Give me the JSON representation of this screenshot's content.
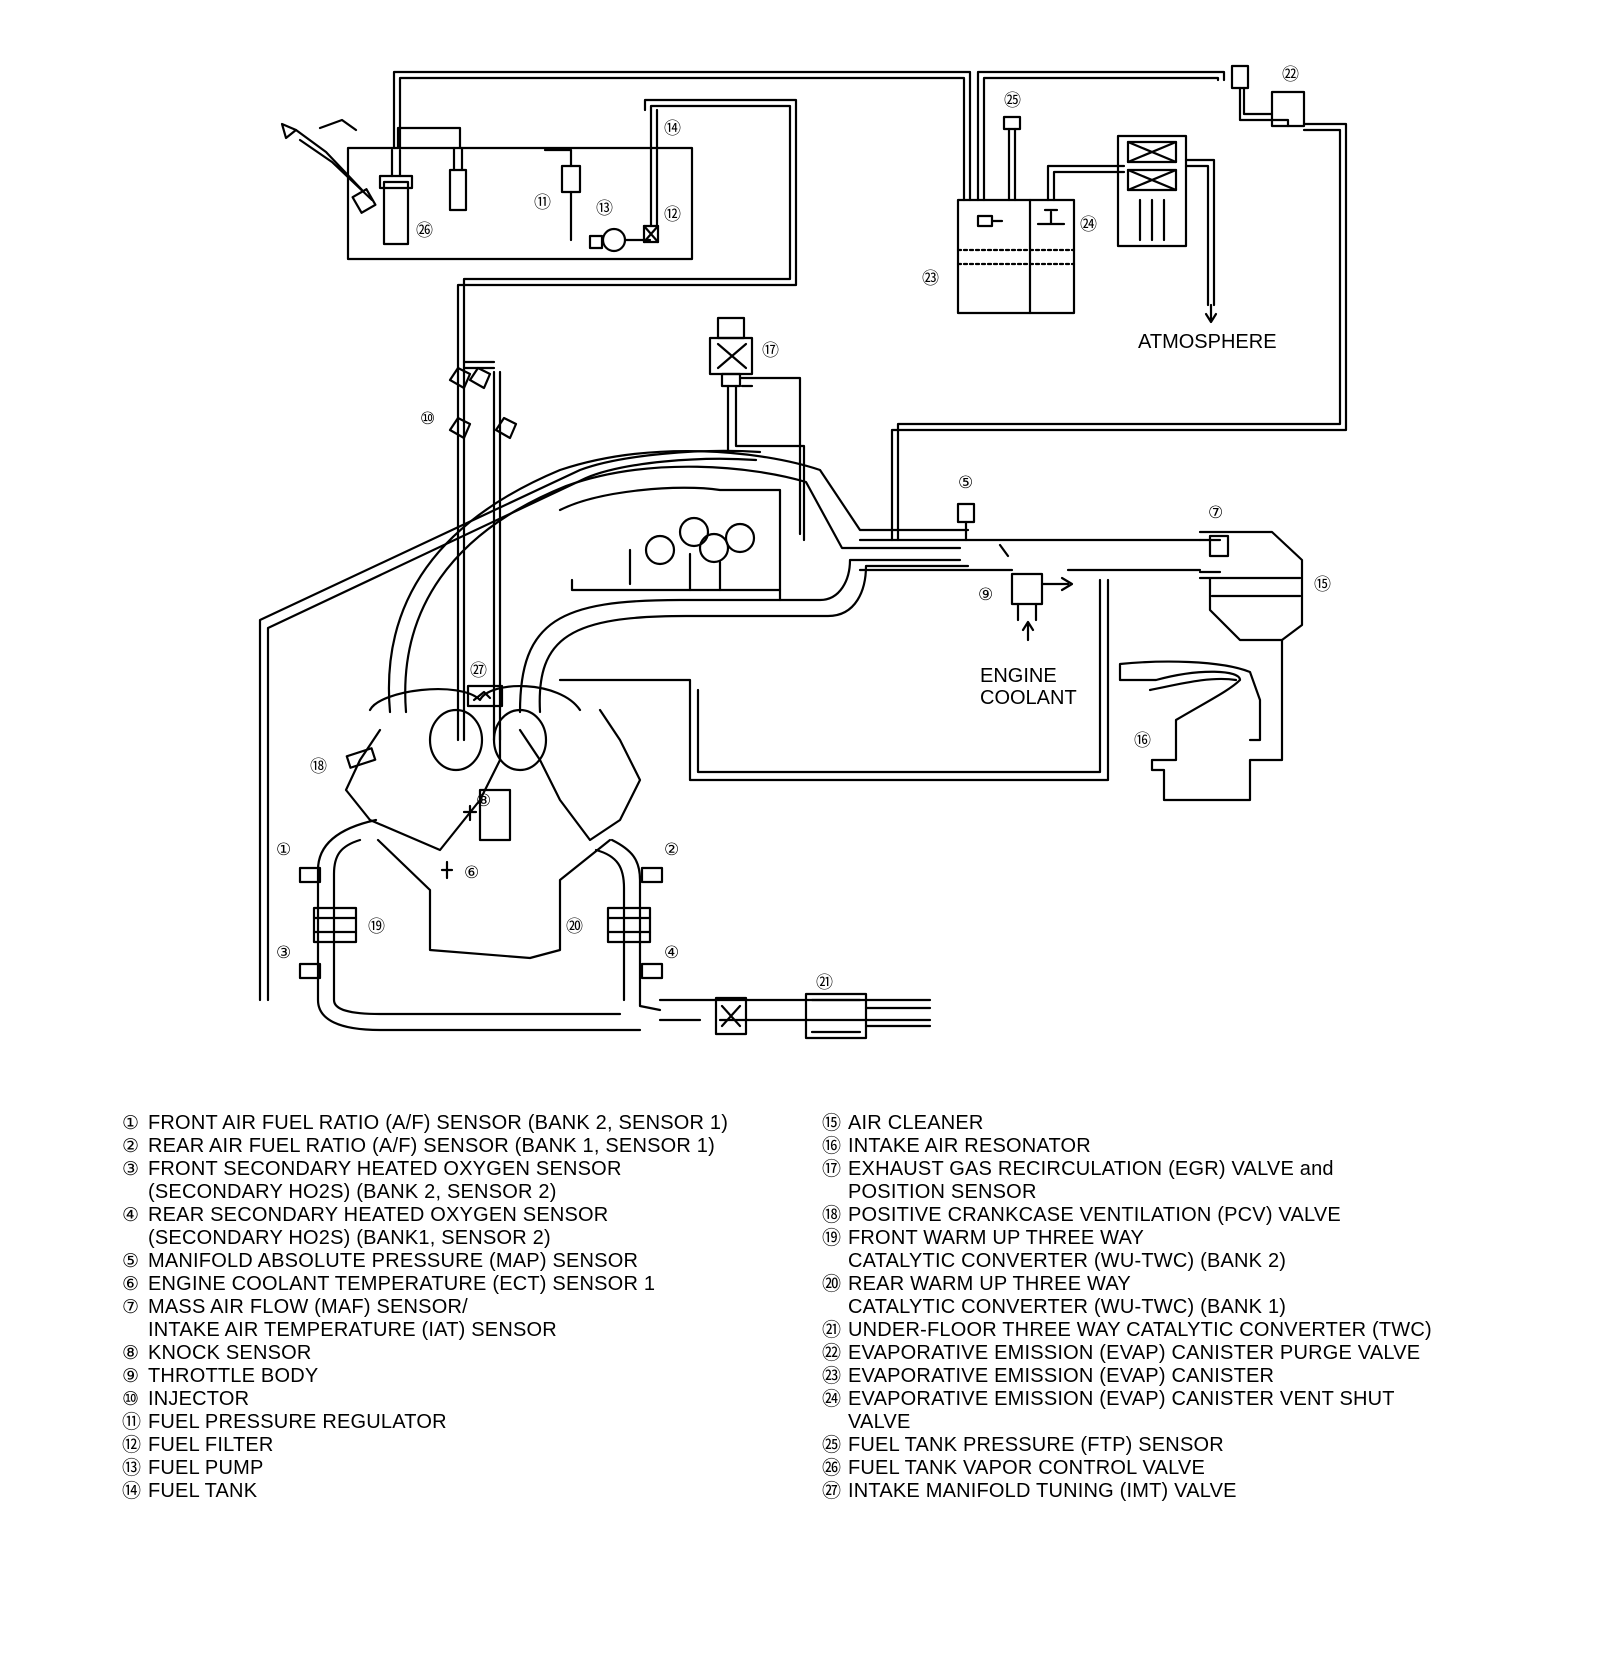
{
  "labels": {
    "atmosphere": "ATMOSPHERE",
    "engine_coolant_line1": "ENGINE",
    "engine_coolant_line2": "COOLANT"
  },
  "callouts": {
    "c1": "①",
    "c2": "②",
    "c3": "③",
    "c4": "④",
    "c5": "⑤",
    "c6": "⑥",
    "c7": "⑦",
    "c8": "⑧",
    "c9": "⑨",
    "c10": "⑩",
    "c11": "⑪",
    "c12": "⑫",
    "c13": "⑬",
    "c14": "⑭",
    "c15": "⑮",
    "c16": "⑯",
    "c17": "⑰",
    "c18": "⑱",
    "c19": "⑲",
    "c20": "⑳",
    "c21": "㉑",
    "c22": "㉒",
    "c23": "㉓",
    "c24": "㉔",
    "c25": "㉕",
    "c26": "㉖",
    "c27": "㉗"
  },
  "legend_left": [
    {
      "num": "①",
      "text": "FRONT AIR FUEL RATIO (A/F) SENSOR (BANK 2, SENSOR 1)"
    },
    {
      "num": "②",
      "text": "REAR AIR FUEL RATIO (A/F) SENSOR (BANK 1, SENSOR 1)"
    },
    {
      "num": "③",
      "text": "FRONT SECONDARY HEATED OXYGEN SENSOR\n(SECONDARY HO2S) (BANK 2, SENSOR 2)"
    },
    {
      "num": "④",
      "text": "REAR SECONDARY HEATED OXYGEN SENSOR\n(SECONDARY HO2S) (BANK1, SENSOR 2)"
    },
    {
      "num": "⑤",
      "text": "MANIFOLD ABSOLUTE PRESSURE (MAP) SENSOR"
    },
    {
      "num": "⑥",
      "text": "ENGINE COOLANT TEMPERATURE (ECT) SENSOR 1"
    },
    {
      "num": "⑦",
      "text": "MASS AIR FLOW (MAF) SENSOR/\nINTAKE AIR TEMPERATURE (IAT) SENSOR"
    },
    {
      "num": "⑧",
      "text": "KNOCK SENSOR"
    },
    {
      "num": "⑨",
      "text": "THROTTLE BODY"
    },
    {
      "num": "⑩",
      "text": "INJECTOR"
    },
    {
      "num": "⑪",
      "text": "FUEL PRESSURE REGULATOR"
    },
    {
      "num": "⑫",
      "text": "FUEL FILTER"
    },
    {
      "num": "⑬",
      "text": "FUEL PUMP"
    },
    {
      "num": "⑭",
      "text": "FUEL TANK"
    }
  ],
  "legend_right": [
    {
      "num": "⑮",
      "text": "AIR CLEANER"
    },
    {
      "num": "⑯",
      "text": "INTAKE AIR RESONATOR"
    },
    {
      "num": "⑰",
      "text": "EXHAUST GAS RECIRCULATION (EGR) VALVE and\nPOSITION SENSOR"
    },
    {
      "num": "⑱",
      "text": "POSITIVE CRANKCASE VENTILATION (PCV) VALVE"
    },
    {
      "num": "⑲",
      "text": "FRONT WARM UP THREE WAY\nCATALYTIC CONVERTER (WU-TWC) (BANK 2)"
    },
    {
      "num": "⑳",
      "text": "REAR WARM UP THREE WAY\nCATALYTIC CONVERTER (WU-TWC) (BANK 1)"
    },
    {
      "num": "㉑",
      "text": "UNDER-FLOOR THREE WAY CATALYTIC CONVERTER (TWC)"
    },
    {
      "num": "㉒",
      "text": "EVAPORATIVE EMISSION (EVAP) CANISTER PURGE VALVE"
    },
    {
      "num": "㉓",
      "text": "EVAPORATIVE EMISSION (EVAP) CANISTER"
    },
    {
      "num": "㉔",
      "text": "EVAPORATIVE EMISSION (EVAP) CANISTER VENT SHUT\nVALVE"
    },
    {
      "num": "㉕",
      "text": "FUEL TANK PRESSURE (FTP) SENSOR"
    },
    {
      "num": "㉖",
      "text": "FUEL TANK VAPOR CONTROL VALVE"
    },
    {
      "num": "㉗",
      "text": "INTAKE MANIFOLD TUNING (IMT) VALVE"
    }
  ]
}
